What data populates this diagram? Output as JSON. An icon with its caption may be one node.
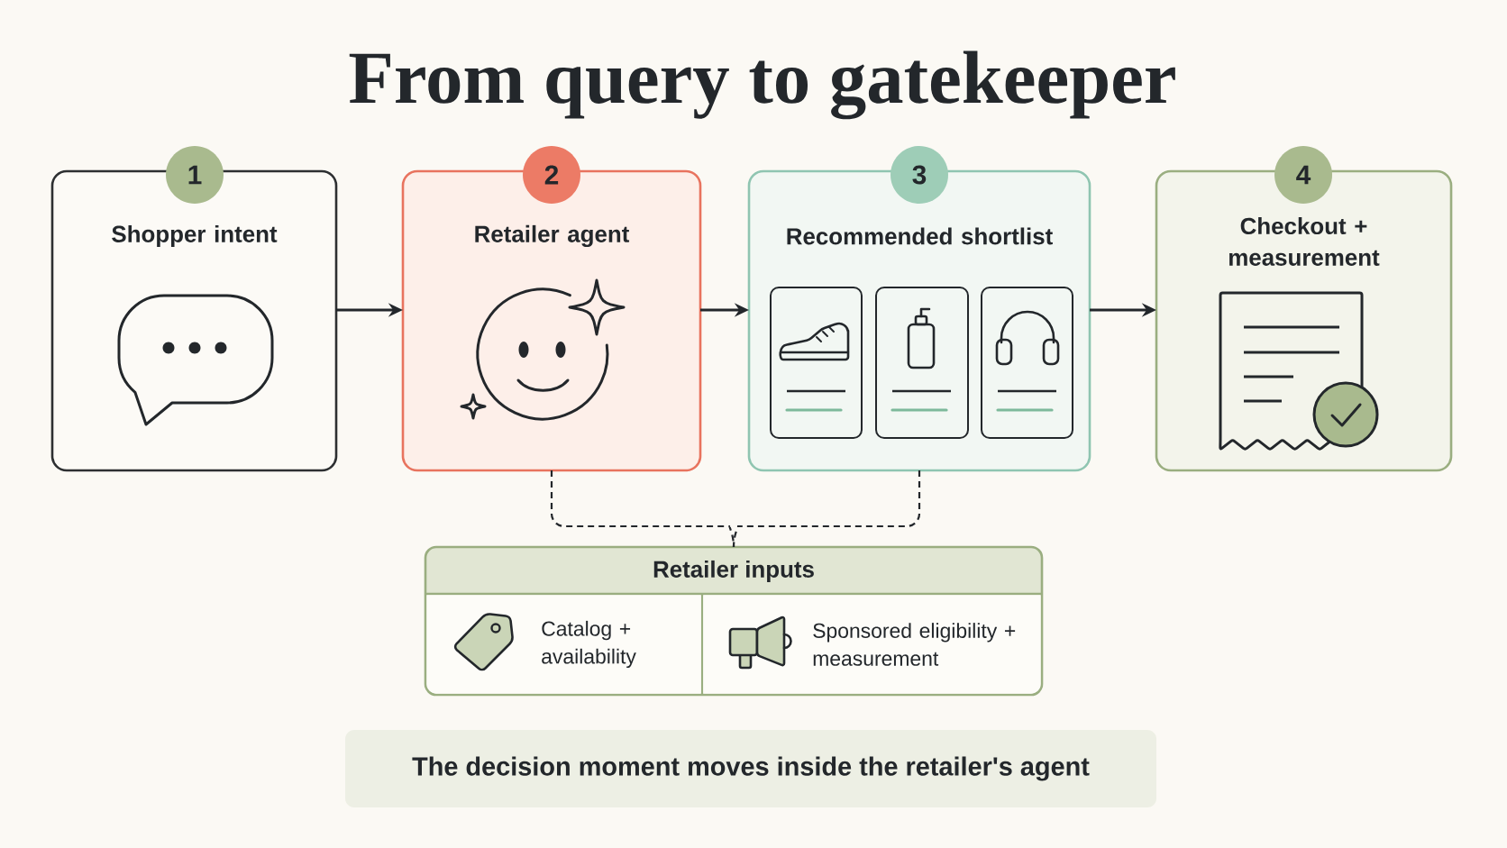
{
  "diagram": {
    "title": "From query to gatekeeper",
    "nodes": [
      {
        "text": [
          "1"
        ]
      },
      {
        "text": [
          "Shopper intent"
        ]
      },
      {
        "text": [
          "2"
        ]
      },
      {
        "text": [
          "Retailer agent"
        ]
      },
      {
        "text": [
          "3"
        ]
      },
      {
        "text": [
          "Recommended shortlist"
        ]
      },
      {
        "text": [
          "4"
        ]
      },
      {
        "text": [
          "Checkout + measurement"
        ]
      },
      {
        "text": [
          "Retailer inputs"
        ]
      },
      {
        "text": [
          "Catalog + availability"
        ],
        "in": 8
      },
      {
        "text": [
          "Sponsored eligibility + measurement"
        ],
        "in": 8
      },
      {
        "text": [
          "The decision moment moves inside the retailer's agent"
        ]
      }
    ],
    "edges": [
      {
        "from": 1,
        "to": 3,
        "arrow": "to"
      },
      {
        "from": 3,
        "to": 5,
        "arrow": "to"
      },
      {
        "from": 5,
        "to": 7,
        "arrow": "to"
      },
      {
        "from": 3,
        "to": 8,
        "arrow": "none",
        "style": "dashed"
      },
      {
        "from": 5,
        "to": 8,
        "arrow": "none",
        "style": "dashed"
      }
    ]
  }
}
